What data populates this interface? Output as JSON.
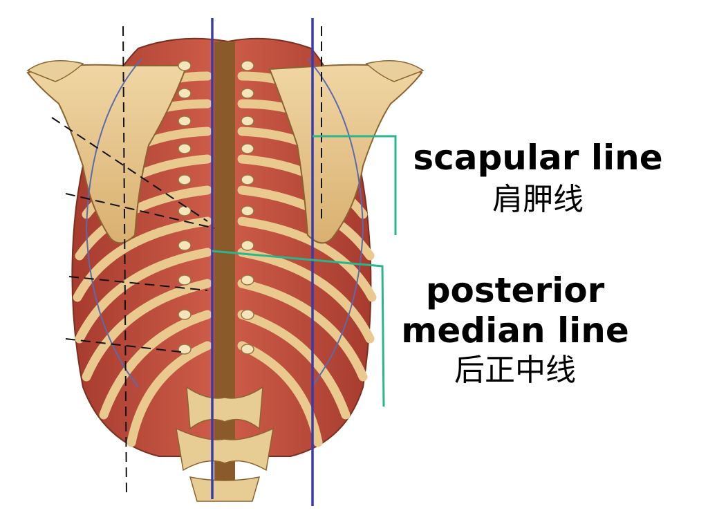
{
  "labels": {
    "scapular": {
      "en": "scapular line",
      "zh": "肩胛线"
    },
    "posterior_median": {
      "en_line1": "posterior",
      "en_line2": "median line",
      "zh": "后正中线"
    }
  },
  "colors": {
    "skin_bone": "#e8c890",
    "bone_shadow": "#b88a4a",
    "muscle": "#b84a3a",
    "muscle_light": "#d46a55",
    "vertebra": "#f4e3b8",
    "lower_cavity": "#b9b9cc",
    "blue_line": "#3a3aaa",
    "green_line": "#2ab58a",
    "outline": "#5a6ab0"
  }
}
